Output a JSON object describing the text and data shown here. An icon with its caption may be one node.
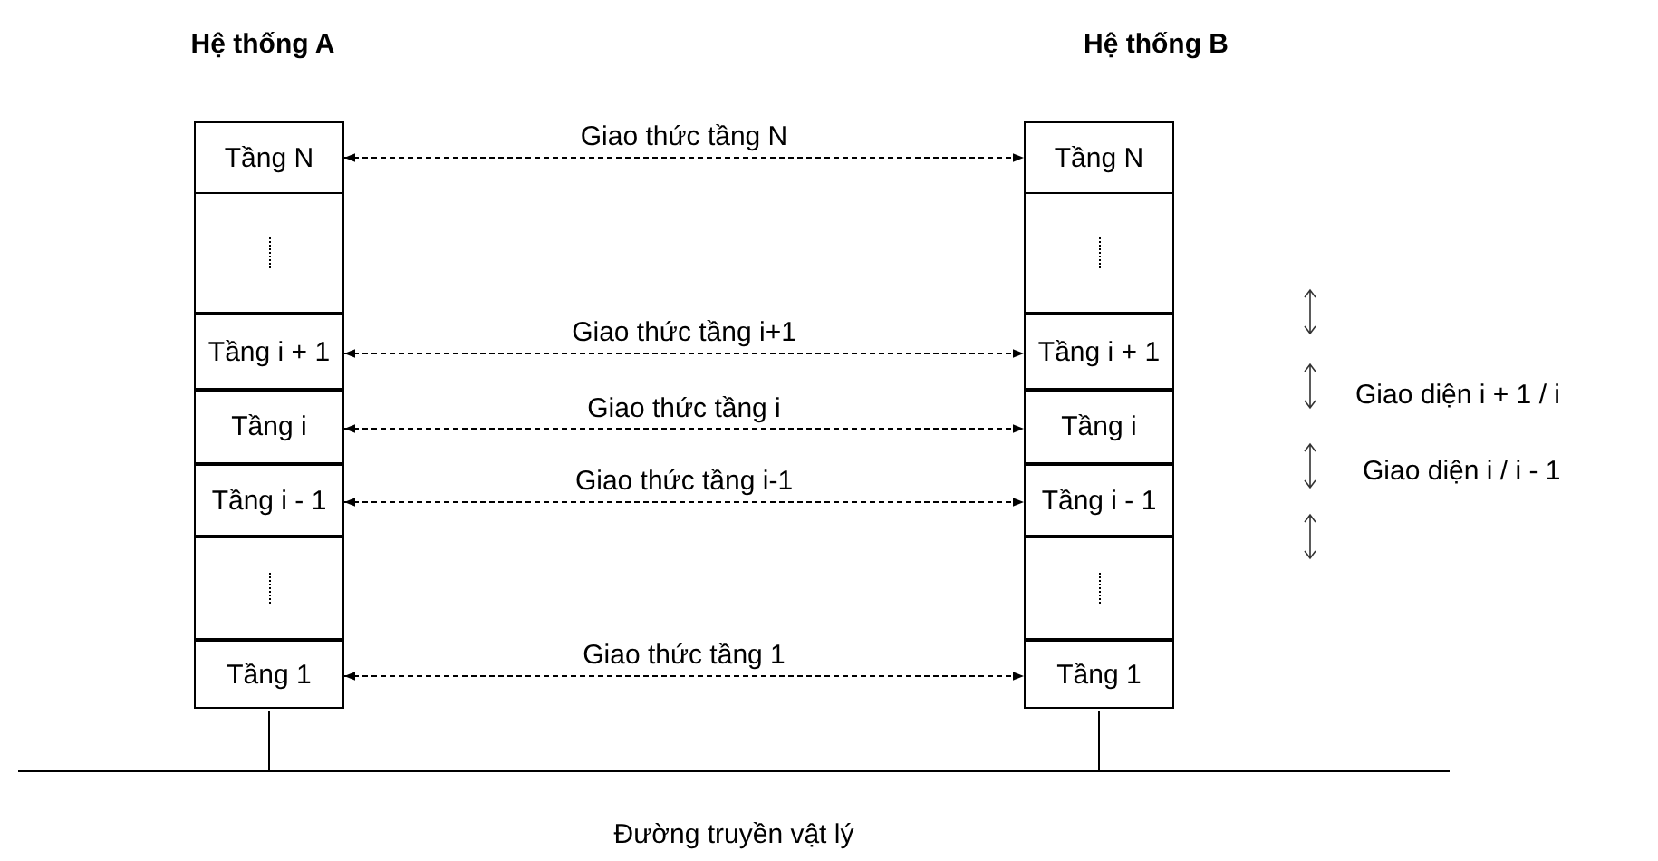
{
  "diagram": {
    "nodes": [
      {
        "text": [
          "Tầng N"
        ]
      },
      {
        "text": [],
        "shape": "box"
      },
      {
        "text": [
          "Tầng i + 1"
        ]
      },
      {
        "text": [
          "Tầng i"
        ]
      },
      {
        "text": [
          "Tầng i - 1"
        ]
      },
      {
        "text": [],
        "shape": "box"
      },
      {
        "text": [
          "Tầng 1"
        ]
      },
      {
        "text": [
          "Tầng N"
        ]
      },
      {
        "text": [],
        "shape": "box"
      },
      {
        "text": [
          "Tầng i + 1"
        ]
      },
      {
        "text": [
          "Tầng i"
        ]
      },
      {
        "text": [
          "Tầng i - 1"
        ]
      },
      {
        "text": [],
        "shape": "box"
      },
      {
        "text": [
          "Tầng 1"
        ]
      },
      {
        "text": [
          "Đường truyền vật lý"
        ]
      }
    ],
    "edges": [
      {
        "from": 0,
        "to": 7,
        "arrow": "both",
        "style": "dashed",
        "label": "Giao thức tầng N"
      },
      {
        "from": 2,
        "to": 9,
        "arrow": "both",
        "style": "dashed",
        "label": "Giao thức tầng i+1"
      },
      {
        "from": 3,
        "to": 10,
        "arrow": "both",
        "style": "dashed",
        "label": "Giao thức tầng i"
      },
      {
        "from": 4,
        "to": 11,
        "arrow": "both",
        "style": "dashed",
        "label": "Giao thức tầng i-1"
      },
      {
        "from": 6,
        "to": 13,
        "arrow": "both",
        "style": "dashed",
        "label": "Giao thức tầng 1"
      },
      {
        "from": 6,
        "to": 14,
        "arrow": "none"
      },
      {
        "from": 13,
        "to": 14,
        "arrow": "none"
      }
    ],
    "labels": [
      "Hệ thống A",
      "Hệ thống B",
      "Giao diện i + 1 / i",
      "Giao diện i / i - 1"
    ]
  }
}
